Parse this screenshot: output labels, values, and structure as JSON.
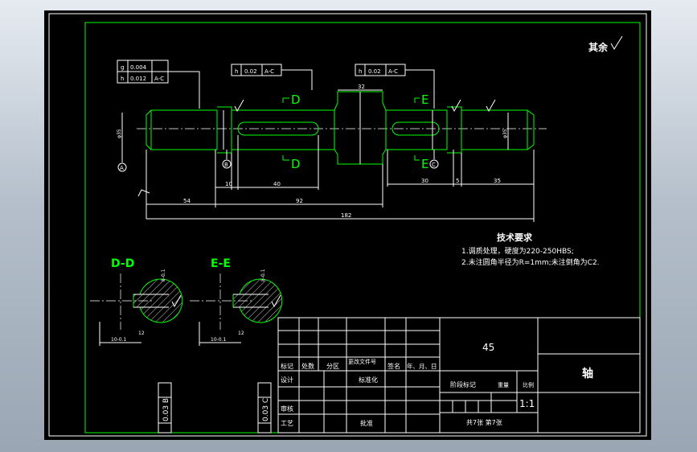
{
  "drawing": {
    "surface_finish_note": "其余",
    "part_name": "轴",
    "material": "45",
    "scale": "1:1",
    "sheet_info": "共7张  第7张",
    "technical_requirements": {
      "title": "技术要求",
      "items": [
        "1.调质处理，硬度为220-250HBS;",
        "2.未注圆角半径为R=1mm;未注倒角为C2."
      ]
    },
    "title_block": {
      "labels": [
        "标记",
        "处数",
        "分区",
        "更改文件号",
        "签名",
        "年、月、日",
        "设计",
        "标准化",
        "审核",
        "工艺",
        "批准"
      ],
      "stage_mark": "阶段标记",
      "weight": "重量",
      "ratio": "比例"
    },
    "section_labels": {
      "d_top": "D",
      "d_bottom": "D",
      "e_top": "E",
      "e_bottom": "E",
      "dd": "D-D",
      "ee": "E-E"
    },
    "datums": {
      "a": "A",
      "b": "B",
      "c": "C"
    },
    "tolerance_frames": {
      "frame1_row1_value": "0.004",
      "frame1_row2_value": "0.012",
      "frame1_row2_ref": "A-C",
      "frame2_value": "0.02",
      "frame2_ref": "A-C",
      "frame3_value": "0.02",
      "frame3_ref": "A-C",
      "side_b": "0.03 B",
      "side_c": "0.03 C"
    },
    "dimensions": {
      "length_54": "54",
      "length_10": "10",
      "length_40": "40",
      "length_92": "92",
      "length_182": "182",
      "length_30": "30",
      "length_5": "5",
      "length_35": "35",
      "dia_32": "32"
    }
  }
}
